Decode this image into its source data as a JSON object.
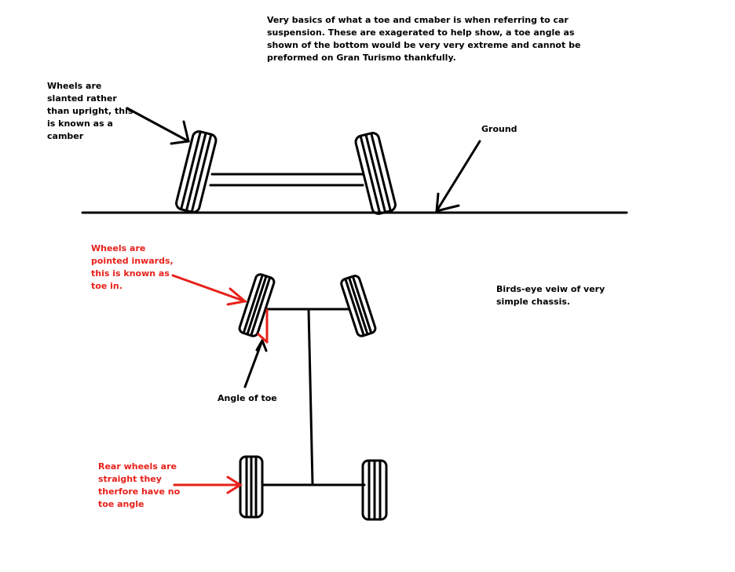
{
  "notes": {
    "intro": "Very basics of what a toe and cmaber is when referring to car suspension. These are exagerated to help show, a toe angle as shown of the bottom would be very very extreme and cannot be preformed on Gran Turismo thankfully.",
    "camber": "Wheels are\nslanted rather\nthan upright, this\nis known as a\ncamber",
    "ground": "Ground",
    "toe_in": "Wheels are\npointed inwards,\nthis is known as\ntoe in.",
    "birds_eye": "Birds-eye veiw of very\nsimple chassis.",
    "angle_of_toe": "Angle of toe",
    "rear_wheels": "Rear wheels are\nstraight they\ntherfore have no\ntoe angle"
  },
  "colors": {
    "ink": "#000000",
    "annotation_red": "#e8201a",
    "background": "#ffffff"
  }
}
